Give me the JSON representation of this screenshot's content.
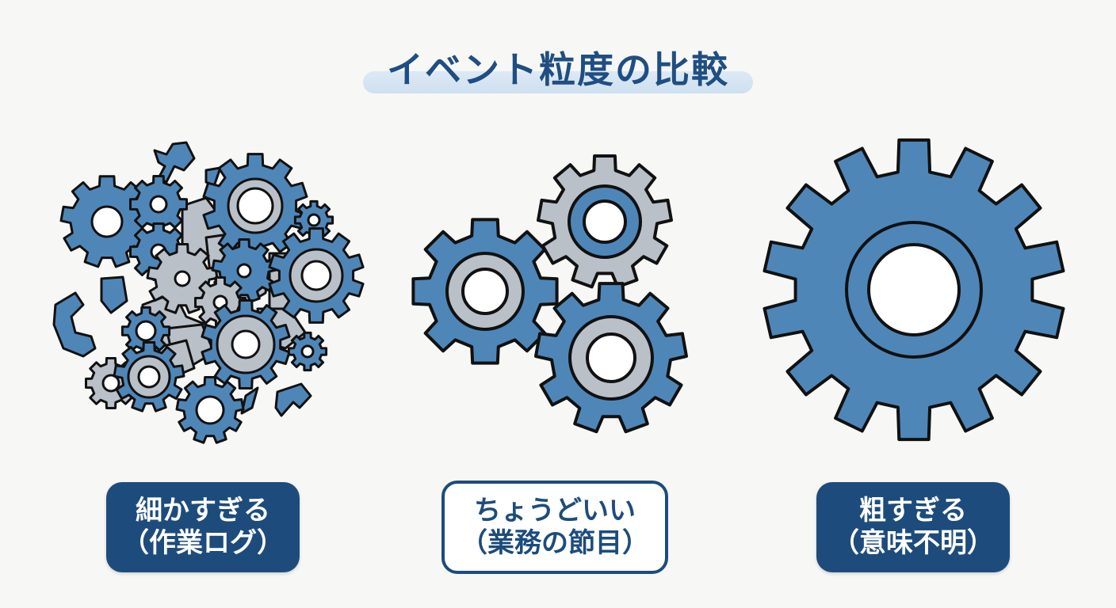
{
  "title": "イベント粒度の比較",
  "colors": {
    "background": "#f7f7f5",
    "gear_blue": "#4f86b8",
    "gear_gray": "#b9c0c8",
    "outline": "#111111",
    "label_navy": "#1d4c7c",
    "title_text": "#1f4e82",
    "title_highlight": "#d3e3f2"
  },
  "panels": [
    {
      "id": "too-fine",
      "label_line1": "細かすぎる",
      "label_line2": "（作業ログ）",
      "label_style": "filled",
      "icon": "fragmented-gear-cluster-icon",
      "description": "many small and broken gears"
    },
    {
      "id": "just-right",
      "label_line1": "ちょうどいい",
      "label_line2": "（業務の節目）",
      "label_style": "outline",
      "icon": "three-meshed-gears-icon",
      "description": "three medium interlocking gears"
    },
    {
      "id": "too-coarse",
      "label_line1": "粗すぎる",
      "label_line2": "（意味不明）",
      "label_style": "filled",
      "icon": "single-large-gear-icon",
      "description": "one large gear"
    }
  ]
}
